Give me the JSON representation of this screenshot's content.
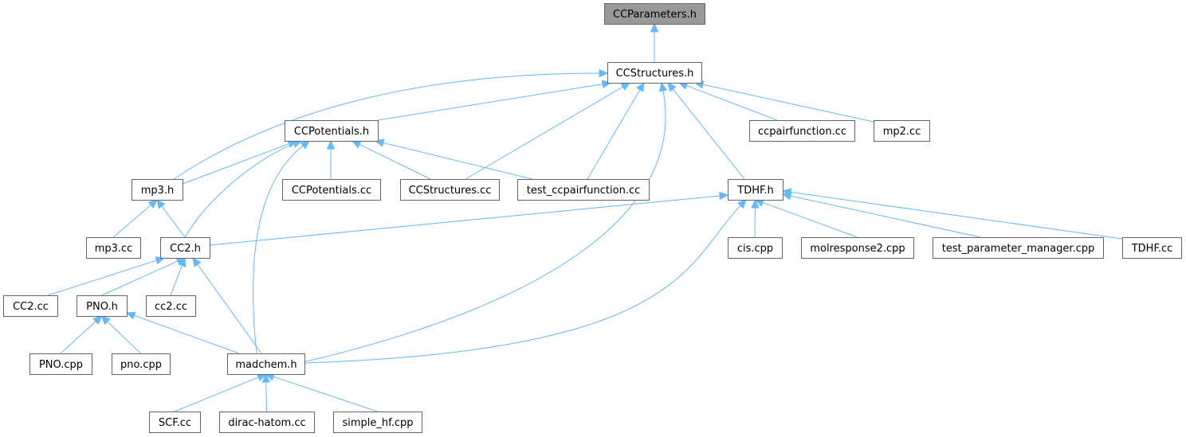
{
  "graph": {
    "nodes": {
      "ccparameters": "CCParameters.h",
      "ccstructures_h": "CCStructures.h",
      "ccpotentials_h": "CCPotentials.h",
      "ccpairfunction_cc": "ccpairfunction.cc",
      "mp2_cc": "mp2.cc",
      "mp3_h": "mp3.h",
      "ccpotentials_cc": "CCPotentials.cc",
      "ccstructures_cc": "CCStructures.cc",
      "test_ccpairfunction_cc": "test_ccpairfunction.cc",
      "tdhf_h": "TDHF.h",
      "mp3_cc": "mp3.cc",
      "cc2_h": "CC2.h",
      "cis_cpp": "cis.cpp",
      "molresponse2_cpp": "molresponse2.cpp",
      "test_parameter_manager_cpp": "test_parameter_manager.cpp",
      "tdhf_cc": "TDHF.cc",
      "cc2_cc_upper": "CC2.cc",
      "pno_h": "PNO.h",
      "cc2_cc_lower": "cc2.cc",
      "pno_cpp_upper": "PNO.cpp",
      "pno_cpp_lower": "pno.cpp",
      "madchem_h": "madchem.h",
      "scf_cc": "SCF.cc",
      "dirac_hatom_cc": "dirac-hatom.cc",
      "simple_hf_cpp": "simple_hf.cpp"
    },
    "root": "ccparameters",
    "edges": [
      [
        "ccstructures_h",
        "ccparameters"
      ],
      [
        "ccpotentials_h",
        "ccstructures_h"
      ],
      [
        "mp3_h",
        "ccstructures_h"
      ],
      [
        "ccstructures_cc",
        "ccstructures_h"
      ],
      [
        "test_ccpairfunction_cc",
        "ccstructures_h"
      ],
      [
        "madchem_h",
        "ccstructures_h"
      ],
      [
        "tdhf_h",
        "ccstructures_h"
      ],
      [
        "ccpairfunction_cc",
        "ccstructures_h"
      ],
      [
        "mp2_cc",
        "ccstructures_h"
      ],
      [
        "mp3_h",
        "ccpotentials_h"
      ],
      [
        "cc2_h",
        "ccpotentials_h"
      ],
      [
        "madchem_h",
        "ccpotentials_h"
      ],
      [
        "ccpotentials_cc",
        "ccpotentials_h"
      ],
      [
        "ccstructures_cc",
        "ccpotentials_h"
      ],
      [
        "test_ccpairfunction_cc",
        "ccpotentials_h"
      ],
      [
        "mp3_cc",
        "mp3_h"
      ],
      [
        "cc2_h",
        "mp3_h"
      ],
      [
        "cc2_h",
        "tdhf_h"
      ],
      [
        "cis_cpp",
        "tdhf_h"
      ],
      [
        "molresponse2_cpp",
        "tdhf_h"
      ],
      [
        "test_parameter_manager_cpp",
        "tdhf_h"
      ],
      [
        "tdhf_cc",
        "tdhf_h"
      ],
      [
        "madchem_h",
        "tdhf_h"
      ],
      [
        "cc2_cc_upper",
        "cc2_h"
      ],
      [
        "pno_h",
        "cc2_h"
      ],
      [
        "cc2_cc_lower",
        "cc2_h"
      ],
      [
        "madchem_h",
        "cc2_h"
      ],
      [
        "pno_cpp_upper",
        "pno_h"
      ],
      [
        "pno_cpp_lower",
        "pno_h"
      ],
      [
        "madchem_h",
        "pno_h"
      ],
      [
        "scf_cc",
        "madchem_h"
      ],
      [
        "dirac_hatom_cc",
        "madchem_h"
      ],
      [
        "simple_hf_cpp",
        "madchem_h"
      ]
    ],
    "colors": {
      "edge": "#63b8ff",
      "node_border": "#666666",
      "root_fill": "#999999",
      "node_fill": "#ffffff"
    }
  }
}
